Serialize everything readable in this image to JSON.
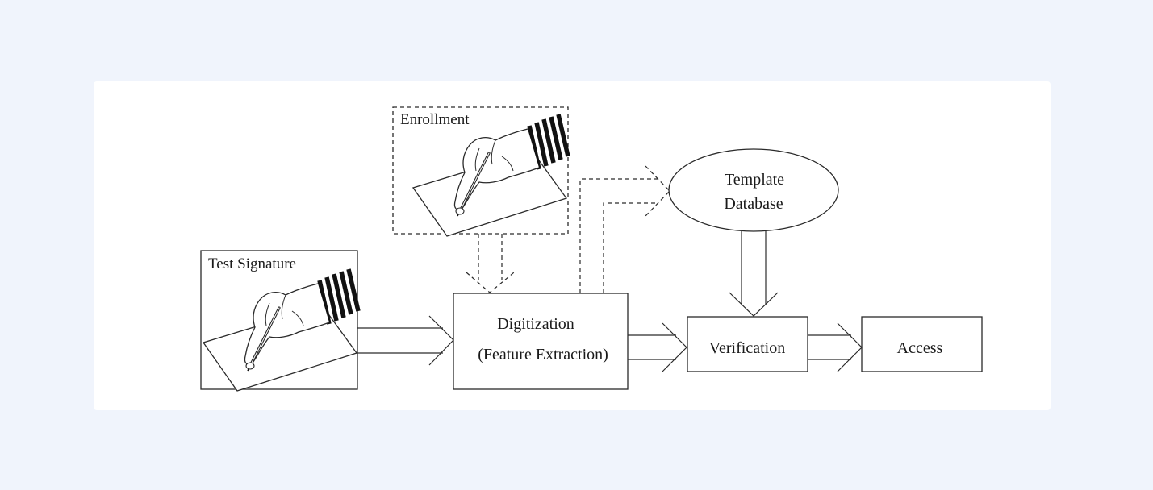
{
  "nodes": {
    "enrollment": {
      "label": "Enrollment"
    },
    "test_signature": {
      "label": "Test Signature"
    },
    "digitization": {
      "line1": "Digitization",
      "line2": "(Feature Extraction)"
    },
    "template_database": {
      "line1": "Template",
      "line2": "Database"
    },
    "verification": {
      "label": "Verification"
    },
    "access": {
      "label": "Access"
    }
  },
  "colors": {
    "background": "#f0f4fc",
    "card": "#ffffff",
    "stroke": "#2a2a2a"
  },
  "icons": {
    "signing_hand": "hand-writing-with-pen-icon"
  }
}
